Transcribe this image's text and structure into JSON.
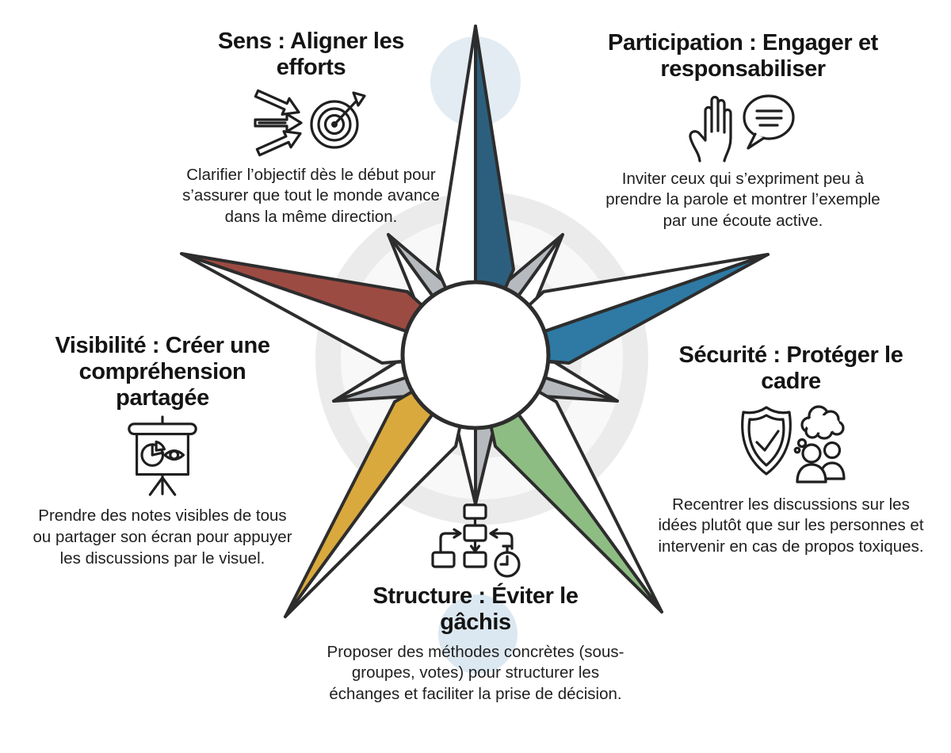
{
  "star": {
    "colors": {
      "teal": "#2c5f7e",
      "red": "#9c4b42",
      "blue": "#2e7aa4",
      "yellow": "#d9a93e",
      "green": "#8ebd83",
      "gray": "#b6babe",
      "bg_circle": "#ebebec",
      "ring": "#f8f8f8",
      "accent_top": "#e3ecf3",
      "accent_bottom": "#dce8f1",
      "outline": "#2d2d2d",
      "white": "#ffffff"
    }
  },
  "sections": {
    "sens": {
      "title": "Sens : Aligner les efforts",
      "description": "Clarifier l’objectif dès le début pour s’assurer que tout le monde avance dans la même direction.",
      "icon": "arrows-to-target-icon"
    },
    "participation": {
      "title": "Participation : Engager et responsabiliser",
      "description": "Inviter ceux qui s’expriment peu à prendre la parole et montrer l’exemple par une écoute active.",
      "icon": "raised-hand-speech-bubble-icon"
    },
    "visibilite": {
      "title": "Visibilité : Créer une compréhension partagée",
      "description": "Prendre des notes visibles de tous ou partager son écran pour appuyer les discussions par le visuel.",
      "icon": "presentation-screen-icon"
    },
    "securite": {
      "title": "Sécurité : Protéger le cadre",
      "description": "Recentrer les discussions sur les idées plutôt que sur les personnes et intervenir en cas de propos toxiques.",
      "icon": "shield-people-icon"
    },
    "structure": {
      "title": "Structure : Éviter le gâchis",
      "description": "Proposer des méthodes concrètes (sous-groupes, votes) pour structurer les échanges et faciliter la prise de décision.",
      "icon": "flowchart-timer-icon"
    }
  }
}
